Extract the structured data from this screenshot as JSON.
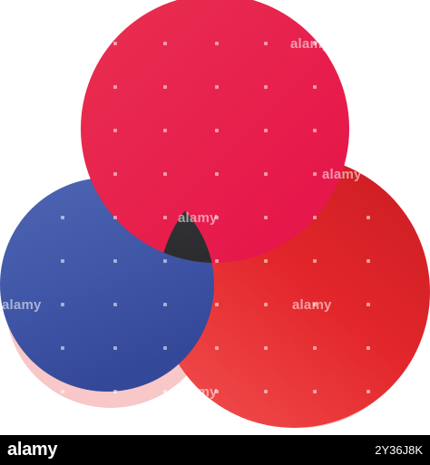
{
  "diagram": {
    "colors": {
      "top_circle": "#e8184a",
      "right_circle": "#db2127",
      "left_circle": "#3d57a6",
      "center_overlap": "#1f1f21",
      "shadow": "#f8c7c7",
      "background": "#ffffff"
    }
  },
  "watermark": {
    "text": "alamy"
  },
  "footer": {
    "brand": "alamy",
    "image_id": "2Y36J8K"
  }
}
